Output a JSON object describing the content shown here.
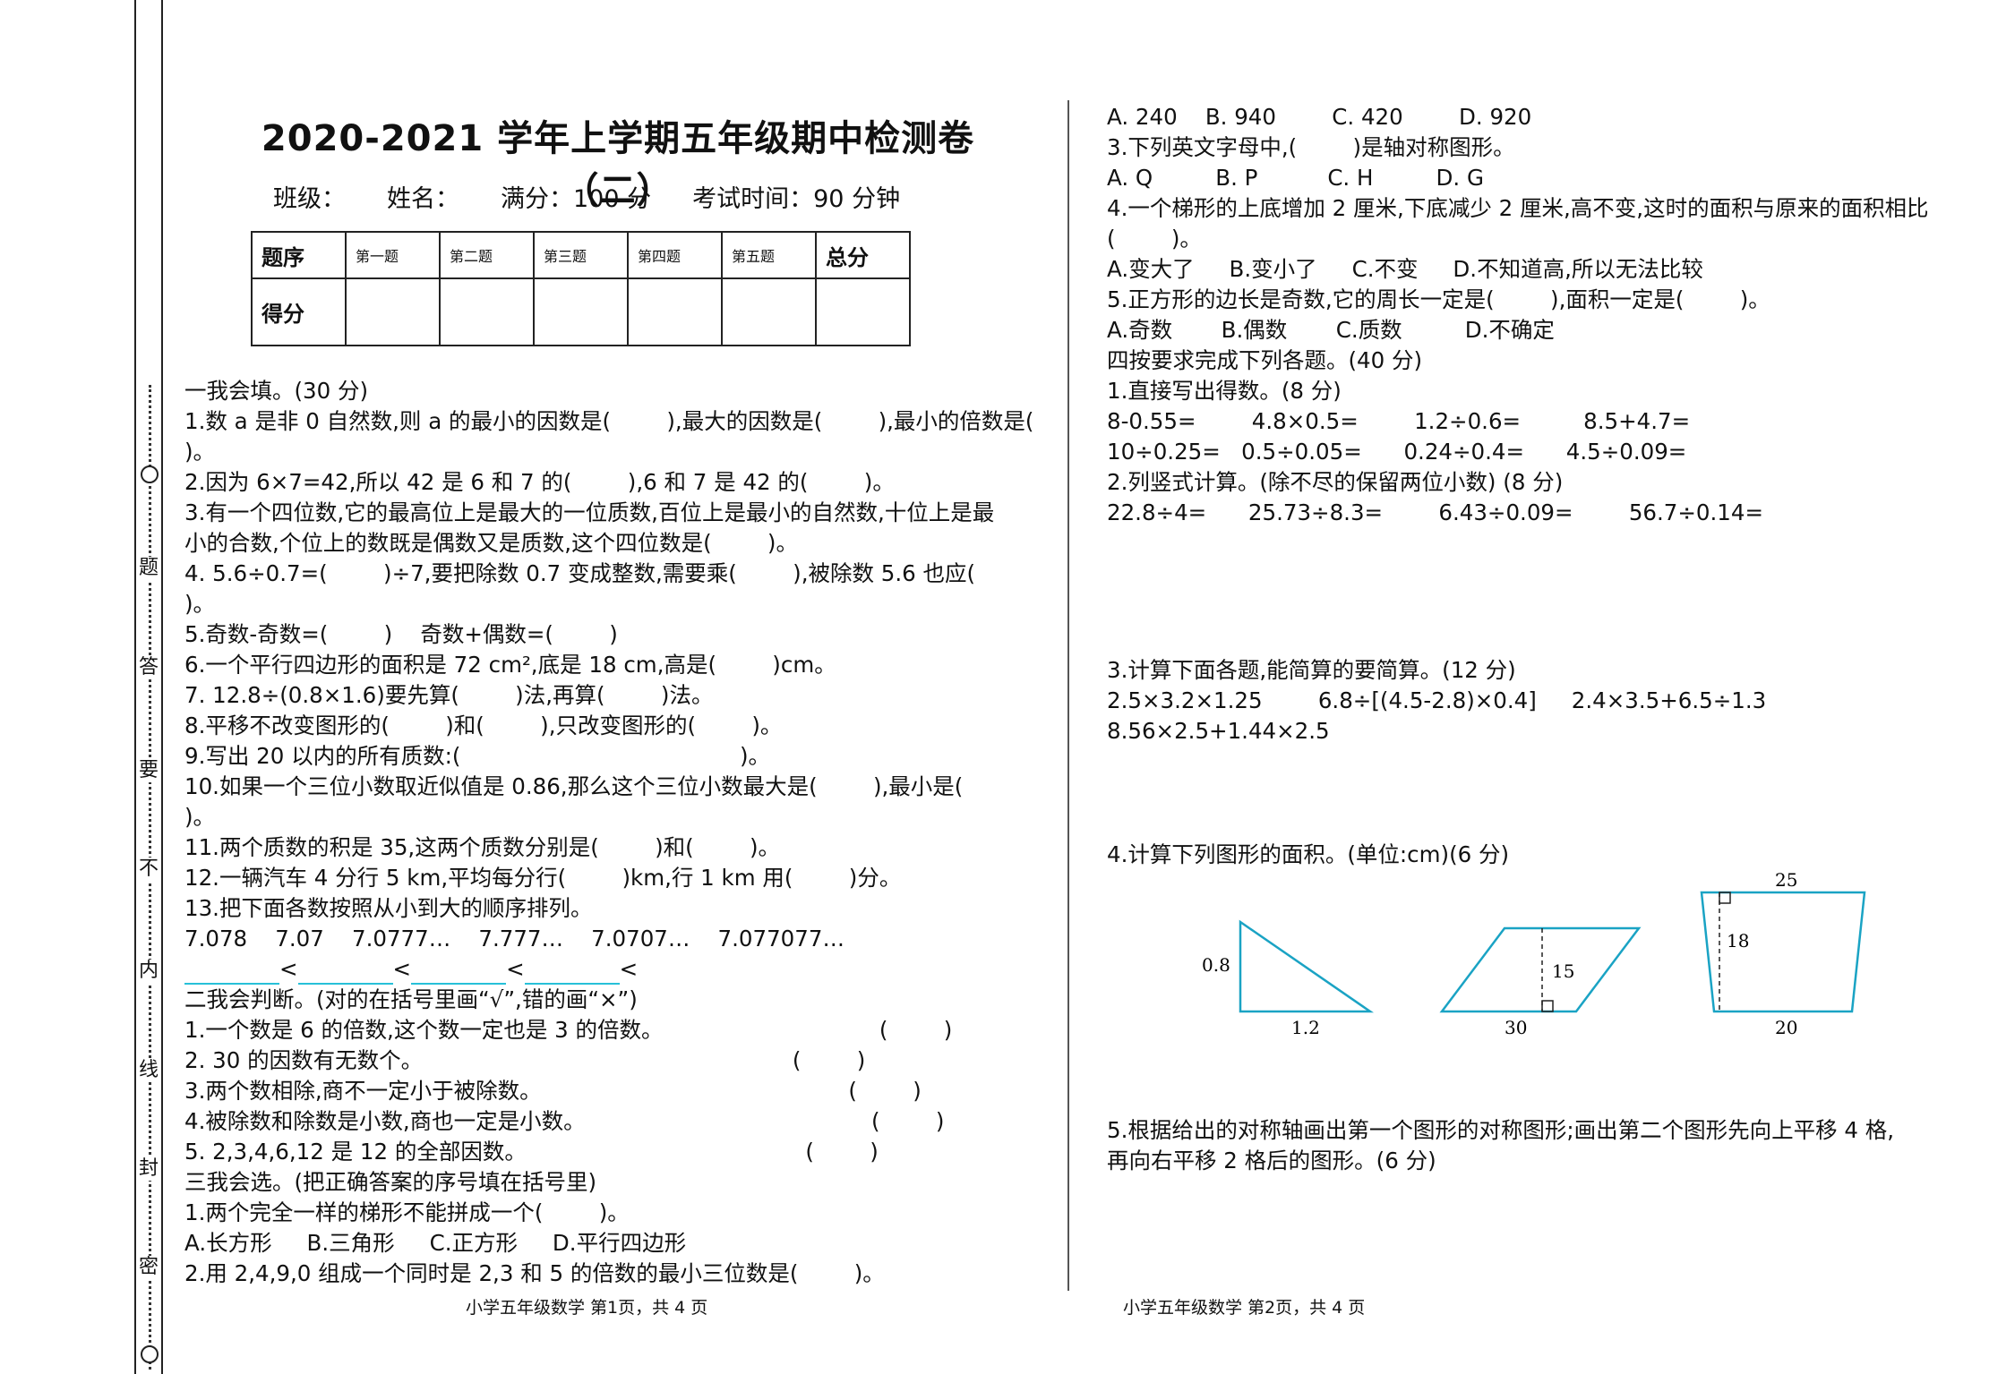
{
  "margin": {
    "chars": [
      "题",
      "答",
      "要",
      "不",
      "内",
      "线",
      "封",
      "密"
    ]
  },
  "title": "2020-2021 学年上学期五年级期中检测卷（二）",
  "info": {
    "class": "班级：",
    "name": "姓名：",
    "full": "满分：100 分",
    "time": "考试时间：90 分钟"
  },
  "score_table": {
    "row1": [
      "题序",
      "第一题",
      "第二题",
      "第三题",
      "第四题",
      "第五题",
      "总分"
    ],
    "row2_label": "得分"
  },
  "left_lines": [
    "一我会填。(30 分)",
    "1.数 a 是非 0 自然数,则 a 的最小的因数是(        ),最大的因数是(        ),最小的倍数是(",
    ")。",
    "2.因为 6×7=42,所以 42 是 6 和 7 的(        ),6 和 7 是 42 的(        )。",
    "3.有一个四位数,它的最高位上是最大的一位质数,百位上是最小的自然数,十位上是最",
    "小的合数,个位上的数既是偶数又是质数,这个四位数是(        )。",
    "4. 5.6÷0.7=(        )÷7,要把除数 0.7 变成整数,需要乘(        ),被除数 5.6 也应(",
    ")。",
    "5.奇数-奇数=(        )    奇数+偶数=(        )",
    "6.一个平行四边形的面积是 72 cm²,底是 18 cm,高是(        )cm。",
    "7. 12.8÷(0.8×1.6)要先算(        )法,再算(        )法。",
    "8.平移不改变图形的(        )和(        ),只改变图形的(        )。",
    "9.写出 20 以内的所有质数:(                                        )。",
    "10.如果一个三位小数取近似值是 0.86,那么这个三位小数最大是(        ),最小是(",
    ")。",
    "11.两个质数的积是 35,这两个质数分别是(        )和(        )。",
    "12.一辆汽车 4 分行 5 km,平均每分行(        )km,行 1 km 用(        )分。",
    "13.把下面各数按照从小到大的顺序排列。",
    "7.078    7.07    7.0777…    7.777…    7.0707…    7.077077…"
  ],
  "order_sign": "<",
  "left_lines_2": [
    "二我会判断。(对的在括号里画“√”,错的画“×”)",
    "1.一个数是 6 的倍数,这个数一定也是 3 的倍数。                               (        )",
    "2. 30 的因数有无数个。                                                     (        )",
    "3.两个数相除,商不一定小于被除数。                                            (        )",
    "4.被除数和除数是小数,商也一定是小数。                                         (        )",
    "5. 2,3,4,6,12 是 12 的全部因数。                                        (        )",
    "三我会选。(把正确答案的序号填在括号里)",
    "1.两个完全一样的梯形不能拼成一个(        )。",
    "A.长方形     B.三角形     C.正方形     D.平行四边形",
    "2.用 2,4,9,0 组成一个同时是 2,3 和 5 的倍数的最小三位数是(        )。"
  ],
  "right_lines": [
    "A. 240    B. 940        C. 420        D. 920",
    "3.下列英文字母中,(        )是轴对称图形。",
    "A. Q         B. P          C. H         D. G",
    "4.一个梯形的上底增加 2 厘米,下底减少 2 厘米,高不变,这时的面积与原来的面积相比",
    "(        )。",
    "A.变大了     B.变小了     C.不变     D.不知道高,所以无法比较",
    "5.正方形的边长是奇数,它的周长一定是(        ),面积一定是(        )。",
    "A.奇数       B.偶数       C.质数         D.不确定",
    "四按要求完成下列各题。(40 分)",
    "1.直接写出得数。(8 分)",
    "8-0.55=        4.8×0.5=        1.2÷0.6=         8.5+4.7=",
    "10÷0.25=   0.5÷0.05=      0.24÷0.4=      4.5÷0.09=",
    "2.列竖式计算。(除不尽的保留两位小数) (8 分)",
    "22.8÷4=      25.73÷8.3=        6.43÷0.09=        56.7÷0.14="
  ],
  "right_q3": [
    "3.计算下面各题,能简算的要简算。(12 分)",
    "2.5×3.2×1.25        6.8÷[(4.5-2.8)×0.4]     2.4×3.5+6.5÷1.3",
    "8.56×2.5+1.44×2.5"
  ],
  "right_q4": "4.计算下列图形的面积。(单位:cm)(6 分)",
  "figures": {
    "triangle": {
      "height": "0.8",
      "base": "1.2"
    },
    "parallelogram": {
      "height": "15",
      "base": "30"
    },
    "trapezoid": {
      "top": "25",
      "height": "18",
      "bottom": "20"
    }
  },
  "right_q5": [
    "5.根据给出的对称轴画出第一个图形的对称图形;画出第二个图形先向上平移 4 格,",
    "再向右平移 2 格后的图形。(6 分)"
  ],
  "footer": {
    "left": "小学五年级数学  第1页，共 4 页",
    "right": "小学五年级数学  第2页，共 4 页"
  }
}
